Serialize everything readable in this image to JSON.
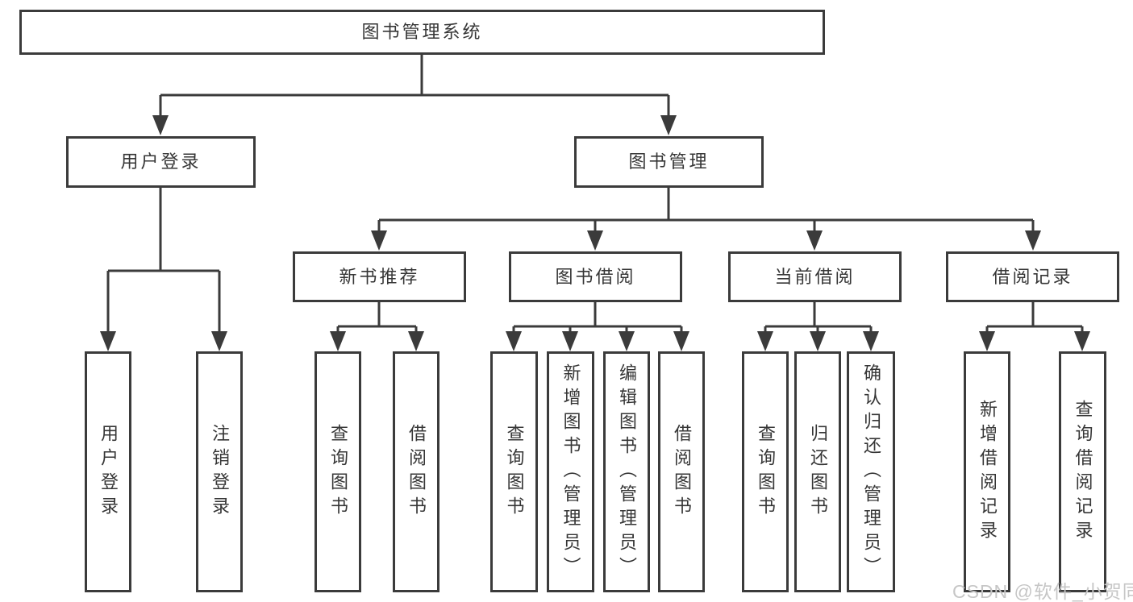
{
  "root": {
    "label": "图书管理系统"
  },
  "level2": [
    {
      "label": "用户登录"
    },
    {
      "label": "图书管理"
    }
  ],
  "level3": [
    {
      "label": "新书推荐"
    },
    {
      "label": "图书借阅"
    },
    {
      "label": "当前借阅"
    },
    {
      "label": "借阅记录"
    }
  ],
  "leaves": {
    "login": [
      {
        "label": "用户登录"
      },
      {
        "label": "注销登录"
      }
    ],
    "recommend": [
      {
        "label": "查询图书"
      },
      {
        "label": "借阅图书"
      }
    ],
    "borrow": [
      {
        "label": "查询图书"
      },
      {
        "label": "新增图书（管理员）"
      },
      {
        "label": "编辑图书（管理员）"
      },
      {
        "label": "借阅图书"
      }
    ],
    "current": [
      {
        "label": "查询图书"
      },
      {
        "label": "归还图书"
      },
      {
        "label": "确认归还（管理员）"
      }
    ],
    "records": [
      {
        "label": "新增借阅记录"
      },
      {
        "label": "查询借阅记录"
      }
    ]
  },
  "watermark": {
    "text": "CSDN @软件_小贺同学"
  },
  "colors": {
    "line": "#3b3b3b",
    "box_border": "#3b3b3b",
    "text": "#363636",
    "watermark": "#c6c6c6",
    "background": "#ffffff"
  }
}
